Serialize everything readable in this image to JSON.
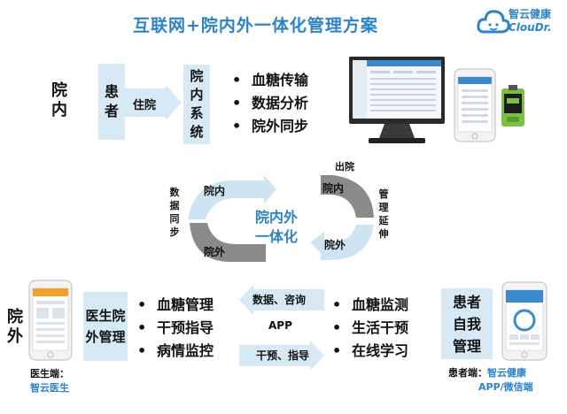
{
  "header": {
    "title": "互联网+院内外一体化管理方案",
    "logo_cn": "智云健康",
    "logo_en": "ClouDr."
  },
  "inpatient": {
    "section_label": "院内",
    "patient_label": "患者",
    "arrow_label": "住院",
    "system_label": "院内系统",
    "features": [
      "血糖传输",
      "数据分析",
      "院外同步"
    ]
  },
  "cycle": {
    "center_line1": "院内外",
    "center_line2": "一体化",
    "left_side_label": "数据同步",
    "right_side_label": "管理延伸",
    "top_left": "院内",
    "bottom_left": "院外",
    "top_right": "院内",
    "bottom_right": "院外",
    "discharge": "出院"
  },
  "outpatient": {
    "section_label": "院外",
    "doctor_box": "医生院外管理",
    "doctor_features": [
      "血糖管理",
      "干预指导",
      "病情监控"
    ],
    "doctor_caption_1": "医生端：",
    "doctor_caption_2": "智云医生",
    "flow_top": "数据、咨询",
    "flow_mid": "APP",
    "flow_bottom": "干预、指导",
    "patient_features": [
      "血糖监测",
      "生活干预",
      "在线学习"
    ],
    "patient_box": "患者自我管理",
    "patient_caption_1a": "患者端：",
    "patient_caption_1b": "智云健康",
    "patient_caption_2": "APP/微信端"
  },
  "colors": {
    "brand_blue": "#2d83c8",
    "box_fill": "#d6e9f5",
    "arrow_fill": "#d6e9f5",
    "cycle_dark": "#8a8a8a",
    "cycle_light": "#cfe4f2"
  }
}
